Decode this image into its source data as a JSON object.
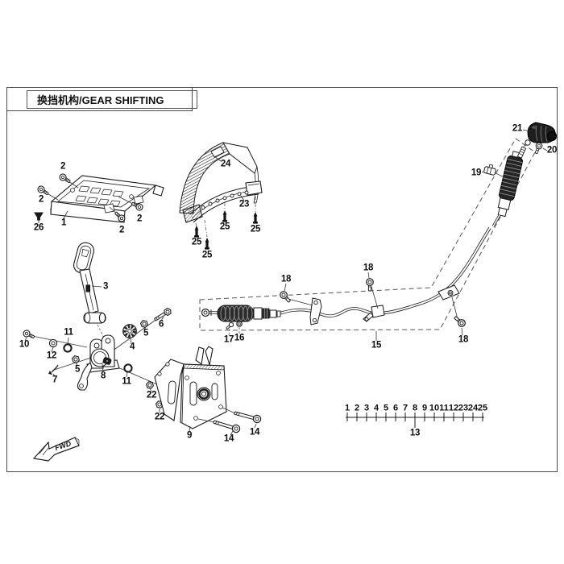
{
  "title": {
    "text": "换挡机构/GEAR SHIFTING"
  },
  "diagram": {
    "callouts": [
      {
        "label": "2"
      },
      {
        "label": "2"
      },
      {
        "label": "26"
      },
      {
        "label": "1"
      },
      {
        "label": "2"
      },
      {
        "label": "2"
      },
      {
        "label": "24"
      },
      {
        "label": "23"
      },
      {
        "label": "25"
      },
      {
        "label": "25"
      },
      {
        "label": "25"
      },
      {
        "label": "25"
      },
      {
        "label": "3"
      },
      {
        "label": "10"
      },
      {
        "label": "12"
      },
      {
        "label": "11"
      },
      {
        "label": "5"
      },
      {
        "label": "7"
      },
      {
        "label": "8"
      },
      {
        "label": "4"
      },
      {
        "label": "5"
      },
      {
        "label": "6"
      },
      {
        "label": "11"
      },
      {
        "label": "22"
      },
      {
        "label": "22"
      },
      {
        "label": "9"
      },
      {
        "label": "14"
      },
      {
        "label": "14"
      },
      {
        "label": "17"
      },
      {
        "label": "16"
      },
      {
        "label": "18"
      },
      {
        "label": "18"
      },
      {
        "label": "15"
      },
      {
        "label": "18"
      },
      {
        "label": "19"
      },
      {
        "label": "21"
      },
      {
        "label": "20"
      }
    ],
    "kit_strip": {
      "numbers": [
        "1",
        "2",
        "3",
        "4",
        "5",
        "6",
        "7",
        "8",
        "9",
        "10",
        "11",
        "12",
        "23",
        "24",
        "25"
      ],
      "kit_number": "13"
    },
    "fwd_marker": {
      "label": "FWD"
    }
  },
  "colors": {
    "line": "#1a1a1a",
    "frame": "#4a4a4a",
    "dark_fill": "#262626",
    "background": "#ffffff"
  }
}
